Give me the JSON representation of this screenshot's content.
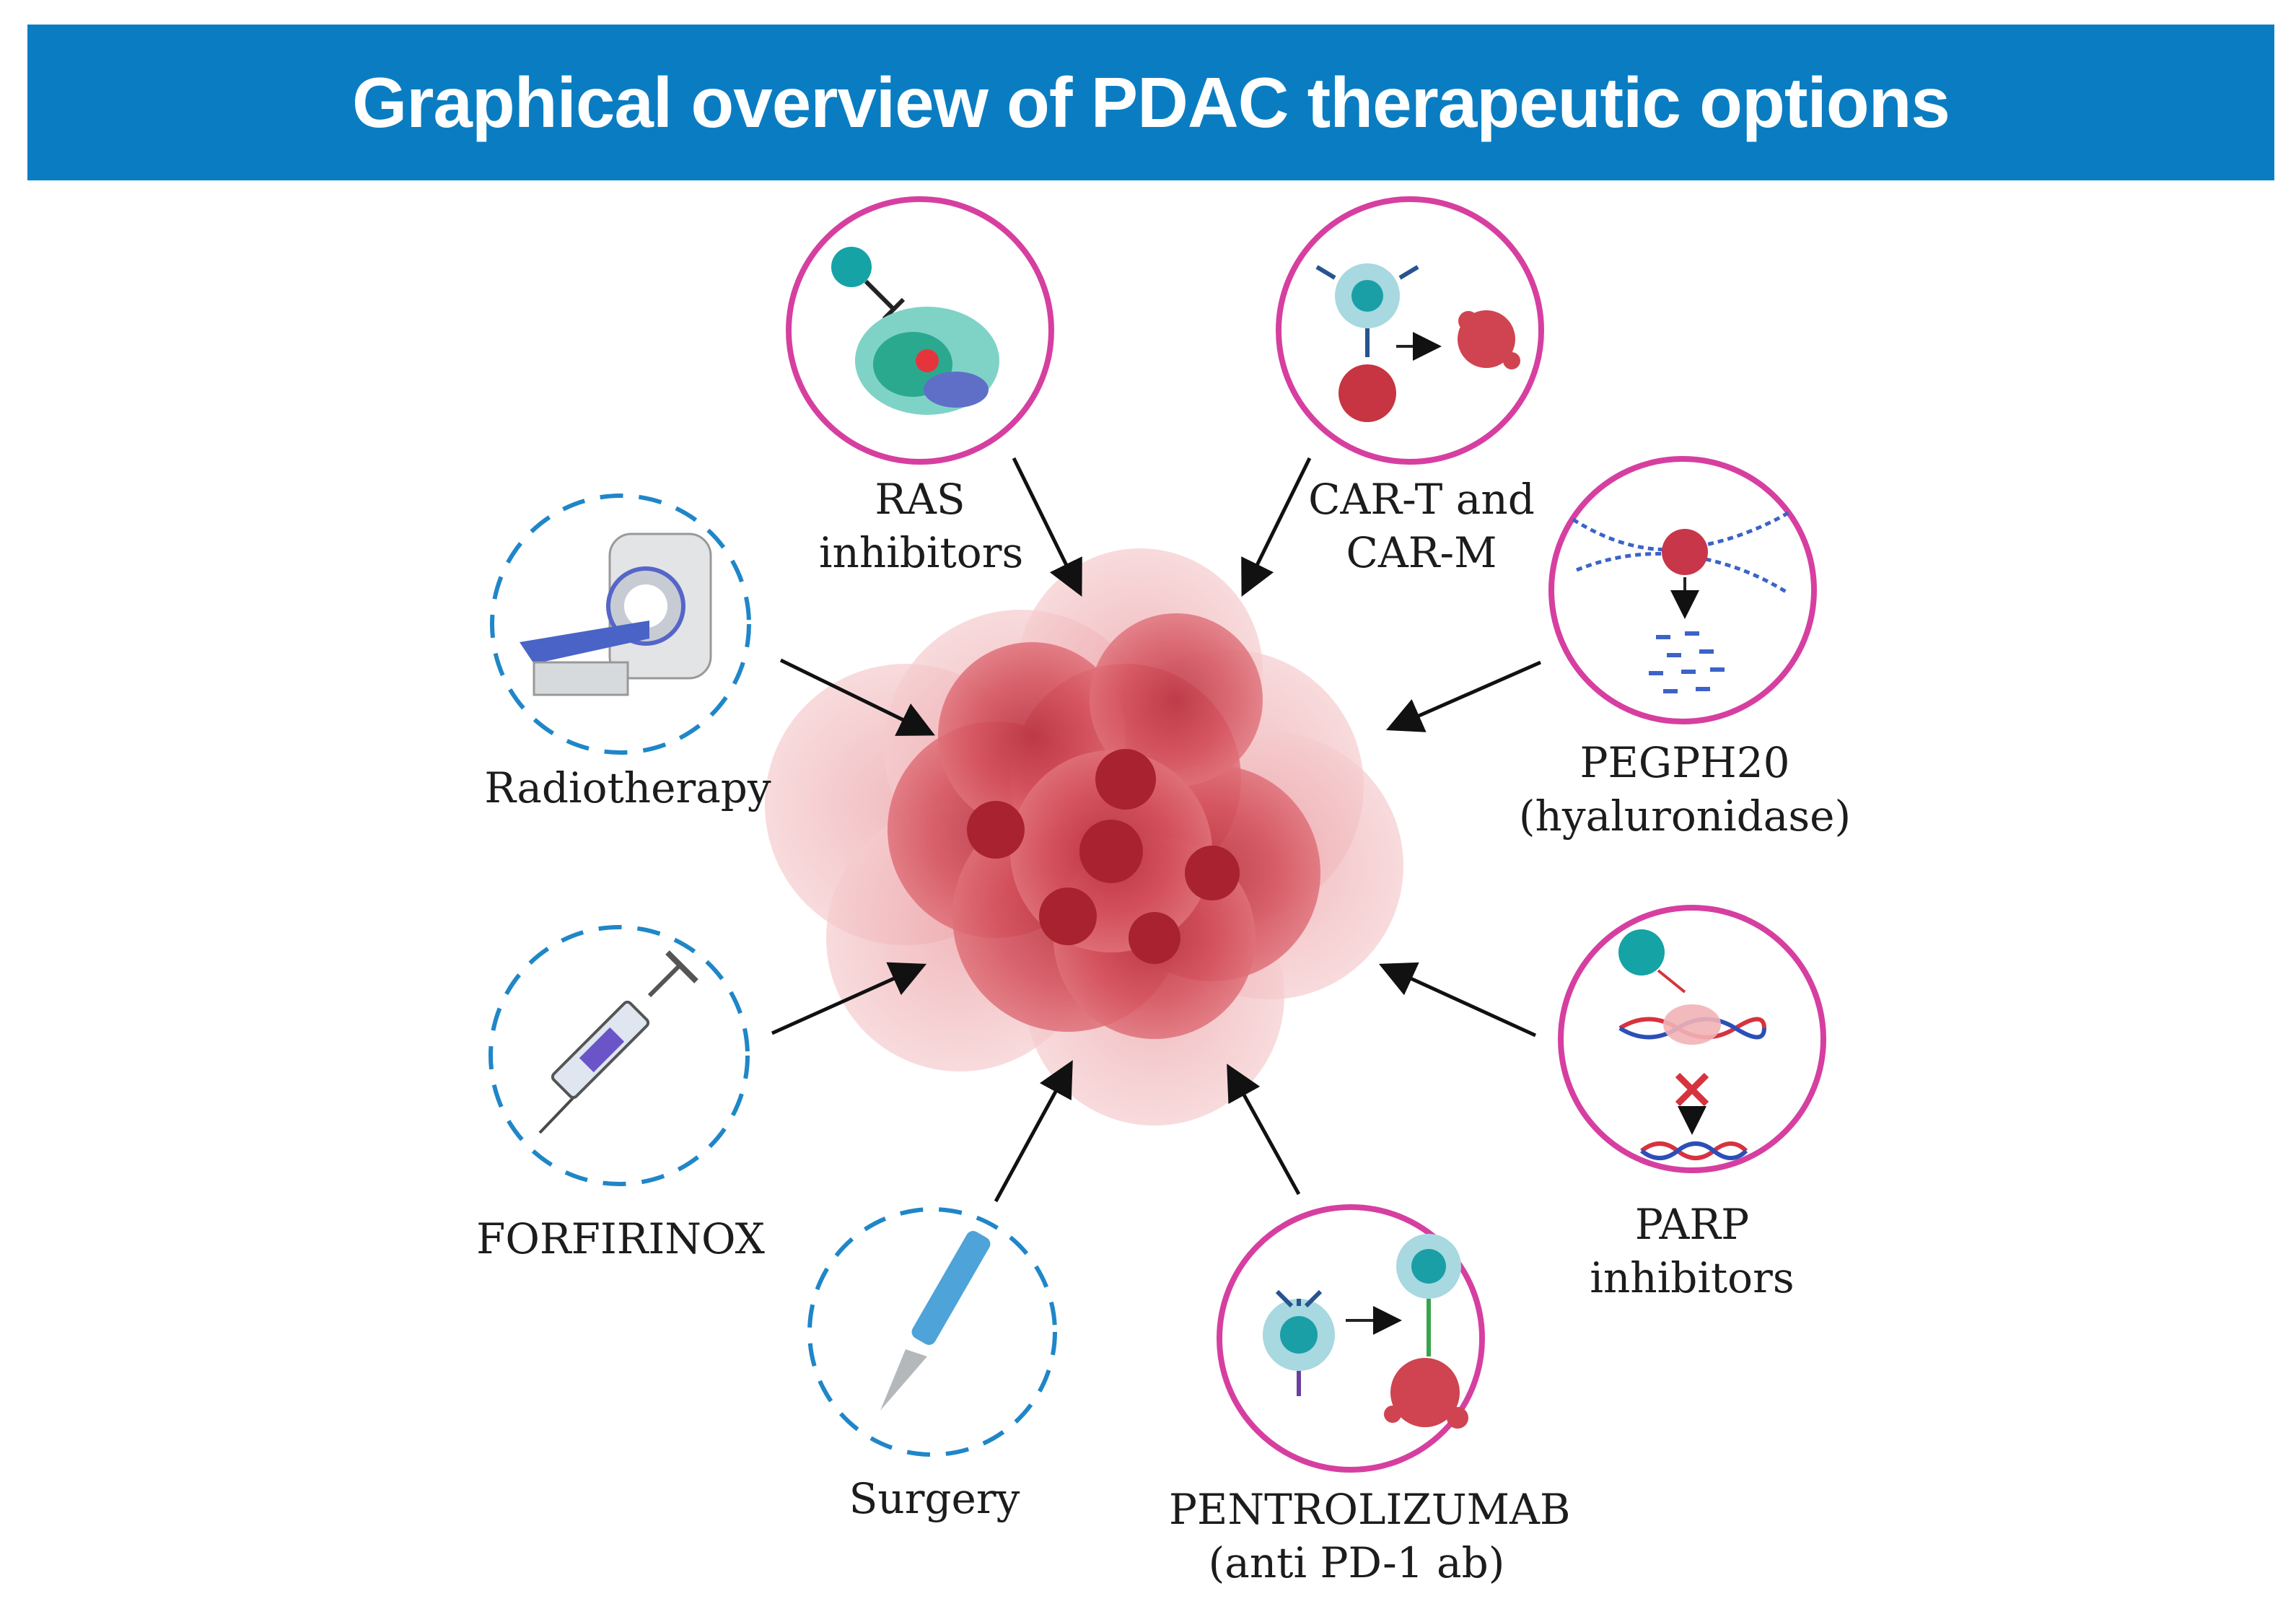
{
  "title": "Graphical overview of PDAC therapeutic options",
  "colors": {
    "banner": "#0a7dc2",
    "targeted_ring": "#d63fa0",
    "standard_ring": "#1f86c8",
    "tumor": "#c5414e",
    "arrow": "#111111"
  },
  "treatments": {
    "ras": {
      "line1": "RAS",
      "line2": "inhibitors",
      "icon": "ras-protein-icon"
    },
    "cart": {
      "line1": "CAR-T and",
      "line2": "CAR-M",
      "icon": "car-t-cell-icon"
    },
    "pegph20": {
      "line1": "PEGPH20",
      "line2": "(hyaluronidase)",
      "icon": "hyaluronidase-icon"
    },
    "parp": {
      "line1": "PARP",
      "line2": "inhibitors",
      "icon": "dna-repair-icon"
    },
    "pd1": {
      "line1": "PENTROLIZUMAB",
      "line2": "(anti PD-1 ab)",
      "icon": "pd1-antibody-icon"
    },
    "surgery": {
      "line1": "Surgery",
      "icon": "scalpel-icon"
    },
    "chemo": {
      "line1": "FORFIRINOX",
      "icon": "syringe-icon"
    },
    "radio": {
      "line1": "Radiotherapy",
      "icon": "ct-scanner-icon"
    }
  },
  "center": {
    "icon": "pdac-tumor-icon"
  }
}
